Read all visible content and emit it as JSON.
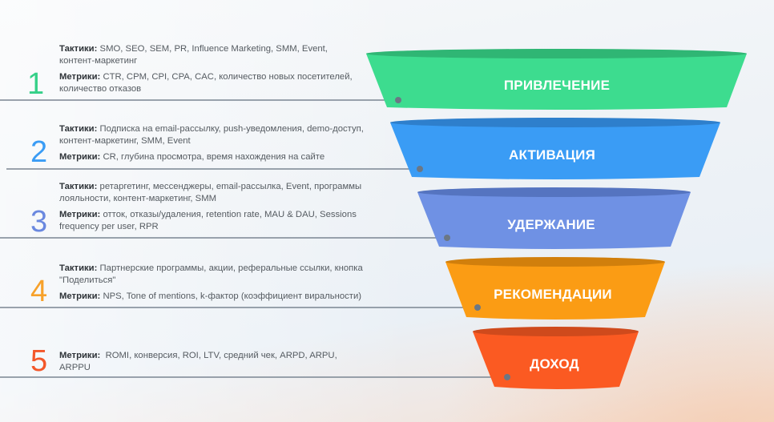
{
  "stages": [
    {
      "number": "1",
      "name": "ПРИВЛЕЧЕНИЕ",
      "color": "#3ddc8f",
      "color_rim": "#2fb674",
      "number_color": "#35d088",
      "tactics_label": "Тактики:",
      "tactics": "SMO, SEO, SEM, PR, Influence Marketing, SMM, Event, контент-маркетинг",
      "metrics_label": "Метрики:",
      "metrics": "CTR, CPM, CPI, CPA, CAC, количество новых посетителей, количество отказов"
    },
    {
      "number": "2",
      "name": "АКТИВАЦИЯ",
      "color": "#3a9cf5",
      "color_rim": "#2e7fcc",
      "number_color": "#3a9cf5",
      "tactics_label": "Тактики:",
      "tactics": "Подписка на email-рассылку, push-уведомления, demo-доступ, контент-маркетинг, SMM, Event",
      "metrics_label": "Метрики:",
      "metrics": "CR, глубина просмотра, время нахождения на сайте"
    },
    {
      "number": "3",
      "name": "УДЕРЖАНИЕ",
      "color": "#6f91e4",
      "color_rim": "#5574c0",
      "number_color": "#6a88df",
      "tactics_label": "Тактики:",
      "tactics": "ретаргетинг, мессенджеры, email-рассылка, Event, программы лояльности, контент-маркетинг, SMM",
      "metrics_label": "Метрики:",
      "metrics": "отток, отказы/удаления, retention rate, MAU & DAU, Sessions frequency per user, RPR"
    },
    {
      "number": "4",
      "name": "РЕКОМЕНДАЦИИ",
      "color": "#fb9c14",
      "color_rim": "#d17f0c",
      "number_color": "#f7a12a",
      "tactics_label": "Тактики:",
      "tactics": "Партнерские программы, акции, реферальные ссылки, кнопка \"Поделиться\"",
      "metrics_label": "Метрики:",
      "metrics": "NPS, Tone of mentions, k-фактор (коэффициент виральности)"
    },
    {
      "number": "5",
      "name": "ДОХОД",
      "color": "#fb5a22",
      "color_rim": "#cf4a1c",
      "number_color": "#f3572a",
      "metrics_label": "Метрики:",
      "metrics": "ROMI, конверсия, ROI, LTV, средний чек, ARPD, ARPU, ARPPU"
    }
  ],
  "connector_color": "#6b7785"
}
